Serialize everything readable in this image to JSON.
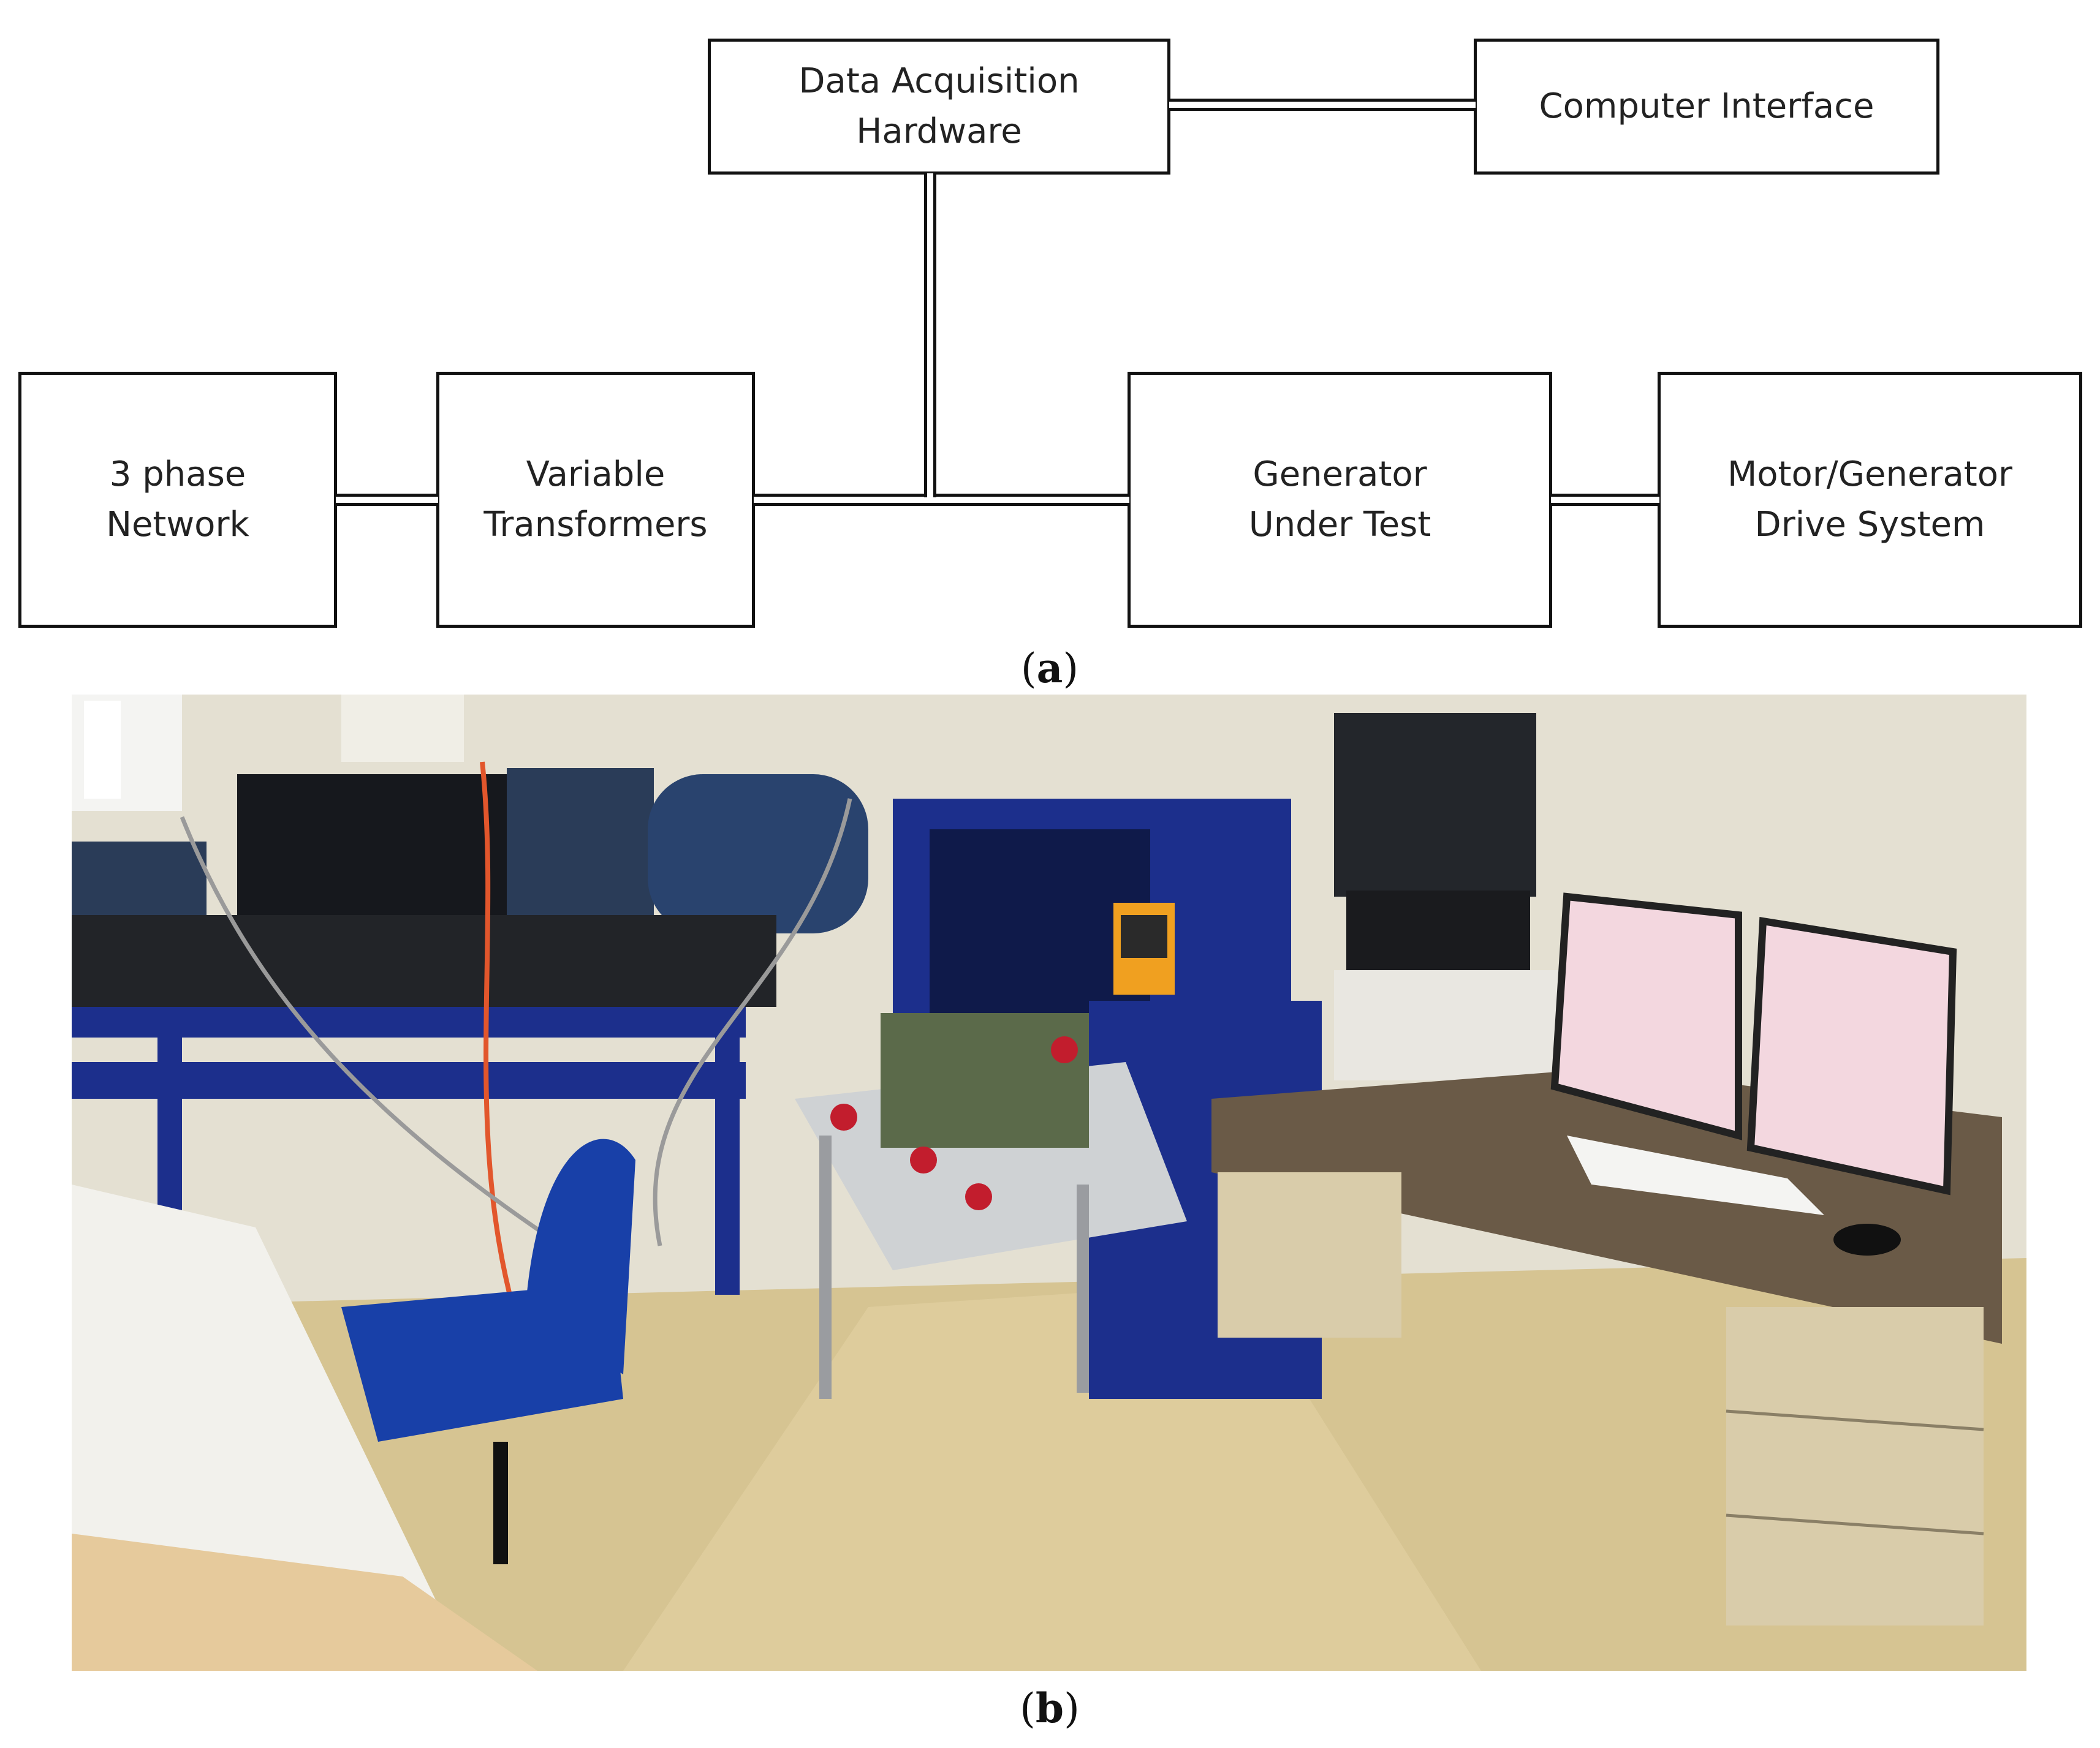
{
  "diagram": {
    "blocks": {
      "daq": "Data Acquisition\nHardware",
      "computer": "Computer Interface",
      "network": "3 phase\nNetwork",
      "transformers": "Variable\nTransformers",
      "generator": "Generator\nUnder Test",
      "drive": "Motor/Generator\nDrive System"
    },
    "connections": [
      [
        "daq",
        "computer"
      ],
      [
        "network",
        "transformers"
      ],
      [
        "transformers",
        "generator"
      ],
      [
        "daq",
        "bus"
      ],
      [
        "generator",
        "drive"
      ]
    ]
  },
  "captions": {
    "a": "a",
    "b": "b"
  },
  "photo": {
    "colors": {
      "wall": "#e4e0d2",
      "floor": "#d6c492",
      "blue_frame": "#1c2f8c",
      "motor": "#2a3c58",
      "desk": "#6a5a47",
      "drawer": "#d9ccaa",
      "screen": "#f3d7df",
      "chair": "#1840a8"
    }
  }
}
